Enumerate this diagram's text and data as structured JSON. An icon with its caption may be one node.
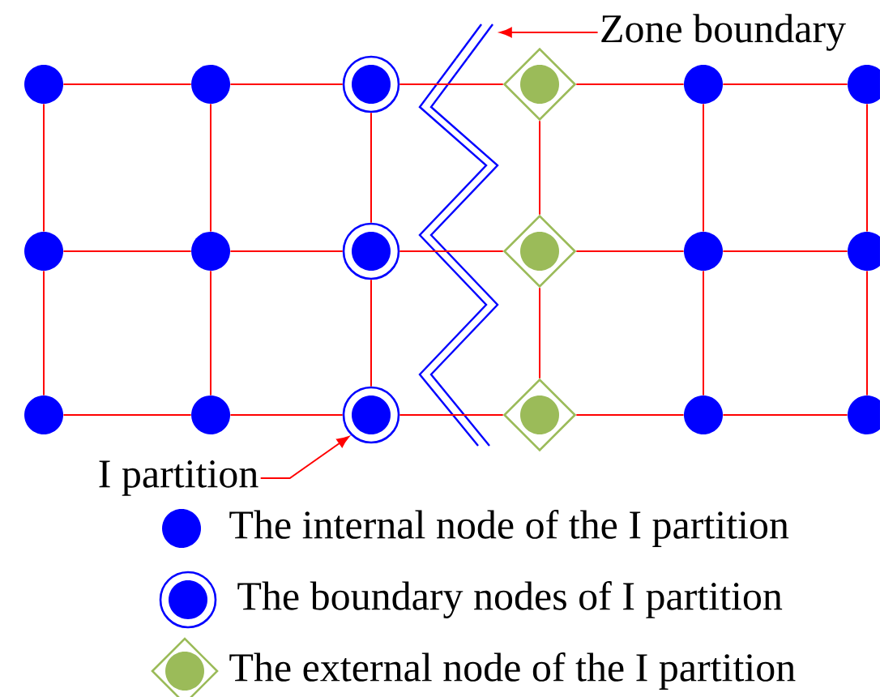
{
  "diagram": {
    "nodes": [
      {
        "text": [],
        "shape": "circle"
      },
      {
        "text": [],
        "shape": "circle"
      },
      {
        "text": [],
        "shape": "ring"
      },
      {
        "text": [],
        "shape": "diamond"
      },
      {
        "text": [],
        "shape": "circle"
      },
      {
        "text": [],
        "shape": "circle"
      },
      {
        "text": [],
        "shape": "circle"
      },
      {
        "text": [],
        "shape": "circle"
      },
      {
        "text": [],
        "shape": "ring"
      },
      {
        "text": [],
        "shape": "diamond"
      },
      {
        "text": [],
        "shape": "circle"
      },
      {
        "text": [],
        "shape": "circle"
      },
      {
        "text": [],
        "shape": "circle"
      },
      {
        "text": [],
        "shape": "circle"
      },
      {
        "text": [],
        "shape": "ring"
      },
      {
        "text": [],
        "shape": "diamond"
      },
      {
        "text": [],
        "shape": "circle"
      },
      {
        "text": [],
        "shape": "circle"
      },
      {
        "text": [
          "Zone boundary"
        ]
      },
      {
        "text": [],
        "shape": "zigzag"
      },
      {
        "text": [
          "I partition"
        ]
      }
    ],
    "edges": [
      {
        "from": 0,
        "to": 1,
        "arrow": "none"
      },
      {
        "from": 1,
        "to": 2,
        "arrow": "none"
      },
      {
        "from": 2,
        "to": 3,
        "arrow": "none"
      },
      {
        "from": 3,
        "to": 4,
        "arrow": "none"
      },
      {
        "from": 4,
        "to": 5,
        "arrow": "none"
      },
      {
        "from": 6,
        "to": 7,
        "arrow": "none"
      },
      {
        "from": 7,
        "to": 8,
        "arrow": "none"
      },
      {
        "from": 8,
        "to": 9,
        "arrow": "none"
      },
      {
        "from": 9,
        "to": 10,
        "arrow": "none"
      },
      {
        "from": 10,
        "to": 11,
        "arrow": "none"
      },
      {
        "from": 12,
        "to": 13,
        "arrow": "none"
      },
      {
        "from": 13,
        "to": 14,
        "arrow": "none"
      },
      {
        "from": 14,
        "to": 15,
        "arrow": "none"
      },
      {
        "from": 15,
        "to": 16,
        "arrow": "none"
      },
      {
        "from": 16,
        "to": 17,
        "arrow": "none"
      },
      {
        "from": 0,
        "to": 6,
        "arrow": "none"
      },
      {
        "from": 6,
        "to": 12,
        "arrow": "none"
      },
      {
        "from": 1,
        "to": 7,
        "arrow": "none"
      },
      {
        "from": 7,
        "to": 13,
        "arrow": "none"
      },
      {
        "from": 2,
        "to": 8,
        "arrow": "none"
      },
      {
        "from": 8,
        "to": 14,
        "arrow": "none"
      },
      {
        "from": 3,
        "to": 9,
        "arrow": "none"
      },
      {
        "from": 9,
        "to": 15,
        "arrow": "none"
      },
      {
        "from": 4,
        "to": 10,
        "arrow": "none"
      },
      {
        "from": 10,
        "to": 16,
        "arrow": "none"
      },
      {
        "from": 5,
        "to": 11,
        "arrow": "none"
      },
      {
        "from": 11,
        "to": 17,
        "arrow": "none"
      },
      {
        "from": 18,
        "to": 19,
        "arrow": "to"
      },
      {
        "from": 20,
        "to": 14,
        "arrow": "to"
      }
    ],
    "legend": [
      {
        "text": "The internal node of the I partition"
      },
      {
        "text": "The boundary nodes of I partition"
      },
      {
        "text": "The external node of the I partition"
      }
    ]
  }
}
